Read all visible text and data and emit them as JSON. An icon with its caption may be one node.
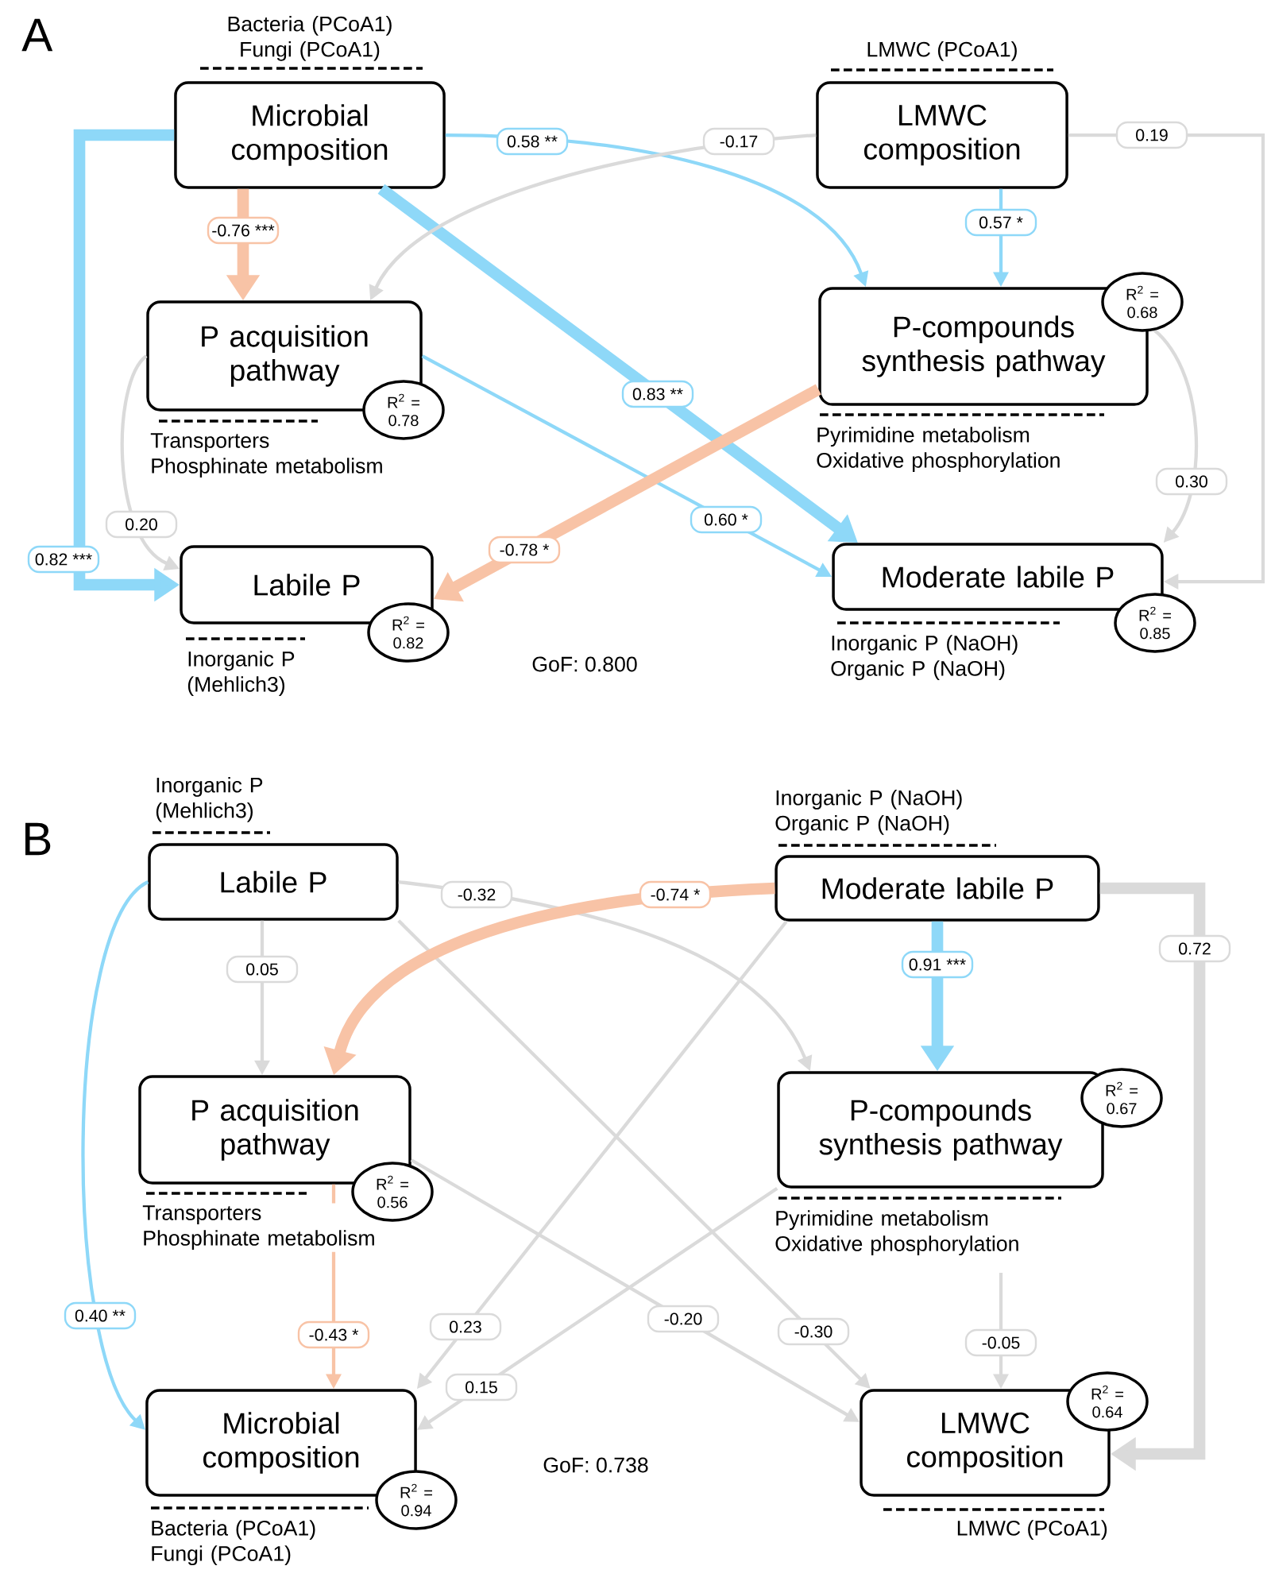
{
  "diagram": {
    "nodes": [
      {
        "text": [
          "Microbial composition"
        ],
        "beside": [
          "Bacteria (PCoA1) Fungi (PCoA1)"
        ]
      },
      {
        "text": [
          "LMWC composition"
        ],
        "beside": [
          "LMWC (PCoA1)"
        ]
      },
      {
        "text": [
          "P acquisition pathway"
        ]
      },
      {
        "text": [
          "R$^{2}$ = 0.78"
        ]
      },
      {
        "text": [
          "P-compounds synthesis pathway"
        ],
        "beside": [
          "Pyrimidine metabolism Oxidative phosphorylation"
        ]
      },
      {
        "text": [
          "R$^{2}$ = 0.68"
        ]
      },
      {
        "text": [
          "Labile P"
        ],
        "beside": [
          "Inorganic P (Mehlich3)"
        ]
      },
      {
        "text": [
          "R$^{2}$ = 0.82"
        ]
      },
      {
        "text": [
          "Moderate labile P"
        ],
        "beside": [
          "Inorganic P (NaOH) Organic P (NaOH)"
        ]
      },
      {
        "text": [
          "R$^{2}$ = 0.85"
        ]
      },
      {
        "text": [
          "Labile P"
        ],
        "beside": [
          "Inorganic P (Mehlich3)"
        ]
      },
      {
        "text": [
          "Moderate labile P"
        ],
        "beside": [
          "Inorganic P (NaOH) Organic P (NaOH)"
        ]
      },
      {
        "text": [
          "P acquisition pathway"
        ]
      },
      {
        "text": [
          "R$^{2}$ = 0.56"
        ]
      },
      {
        "text": [
          "P-compounds synthesis pathway"
        ],
        "beside": [
          "Pyrimidine metabolism Oxidative phosphorylation"
        ]
      },
      {
        "text": [
          "R$^{2}$ = 0.67"
        ]
      },
      {
        "text": [
          "Microbial composition"
        ],
        "beside": [
          "Bacteria (PCoA1) Fungi (PCoA1)"
        ]
      },
      {
        "text": [
          "R$^{2}$ = 0.94"
        ]
      },
      {
        "text": [
          "LMWC composition"
        ],
        "beside": [
          "LMWC (PCoA1)"
        ]
      },
      {
        "text": [
          "R$^{2}$ = 0.64"
        ]
      }
    ],
    "edges": [
      {
        "from": 0,
        "to": 6,
        "arrow": "to",
        "label": "0.82 ***",
        "style": "thick",
        "color": "#8ed8f8"
      },
      {
        "from": 0,
        "to": 2,
        "arrow": "to",
        "label": "-0.76 ***",
        "style": "thick",
        "color": "#f8c3a6"
      },
      {
        "from": 0,
        "to": 4,
        "arrow": "to",
        "label": "0.58 **",
        "color": "#8ed8f8"
      },
      {
        "from": 0,
        "to": 8,
        "arrow": "to",
        "label": "0.83 **",
        "style": "thick",
        "color": "#8ed8f8"
      },
      {
        "from": 1,
        "to": 2,
        "arrow": "to",
        "label": "-0.17"
      },
      {
        "from": 1,
        "to": 4,
        "arrow": "to",
        "label": "0.57 *",
        "color": "#8ed8f8"
      },
      {
        "from": 1,
        "to": 8,
        "arrow": "to",
        "label": "0.19"
      },
      {
        "from": 2,
        "to": 6,
        "arrow": "to",
        "label": "0.20"
      },
      {
        "from": 2,
        "to": 8,
        "arrow": "to",
        "label": "0.60 *",
        "color": "#8ed8f8"
      },
      {
        "from": 4,
        "to": 6,
        "arrow": "to",
        "label": "-0.78 *",
        "style": "thick",
        "color": "#f8c3a6"
      },
      {
        "from": 4,
        "to": 8,
        "arrow": "to",
        "label": "0.30"
      },
      {
        "from": 10,
        "to": 16,
        "arrow": "to",
        "label": "0.40 **",
        "color": "#8ed8f8"
      },
      {
        "from": 10,
        "to": 12,
        "arrow": "to",
        "label": "0.05"
      },
      {
        "from": 10,
        "to": 14,
        "arrow": "to",
        "label": "-0.32"
      },
      {
        "from": 10,
        "to": 18,
        "arrow": "to",
        "label": "-0.30"
      },
      {
        "from": 11,
        "to": 12,
        "arrow": "to",
        "label": "-0.74 *",
        "style": "thick",
        "color": "#f8c3a6"
      },
      {
        "from": 11,
        "to": 14,
        "arrow": "to",
        "label": "0.91 ***",
        "style": "thick",
        "color": "#8ed8f8"
      },
      {
        "from": 11,
        "to": 18,
        "arrow": "to",
        "label": "0.72",
        "style": "thick"
      },
      {
        "from": 11,
        "to": 16,
        "arrow": "to",
        "label": "0.23"
      },
      {
        "from": 14,
        "to": 16,
        "arrow": "to",
        "label": "0.15"
      },
      {
        "from": 12,
        "to": 18,
        "arrow": "to",
        "label": "-0.20"
      },
      {
        "from": 14,
        "to": 18,
        "arrow": "to",
        "label": "-0.05"
      },
      {
        "from": 12,
        "to": 16,
        "arrow": "to",
        "label": "-0.43 *",
        "color": "#f8c3a6"
      }
    ],
    "labels": [
      "A",
      "Transporters Phosphinate metabolism",
      "GoF: 0.800",
      "B",
      "Transporters Phosphinate metabolism",
      "GoF: 0.738"
    ]
  }
}
